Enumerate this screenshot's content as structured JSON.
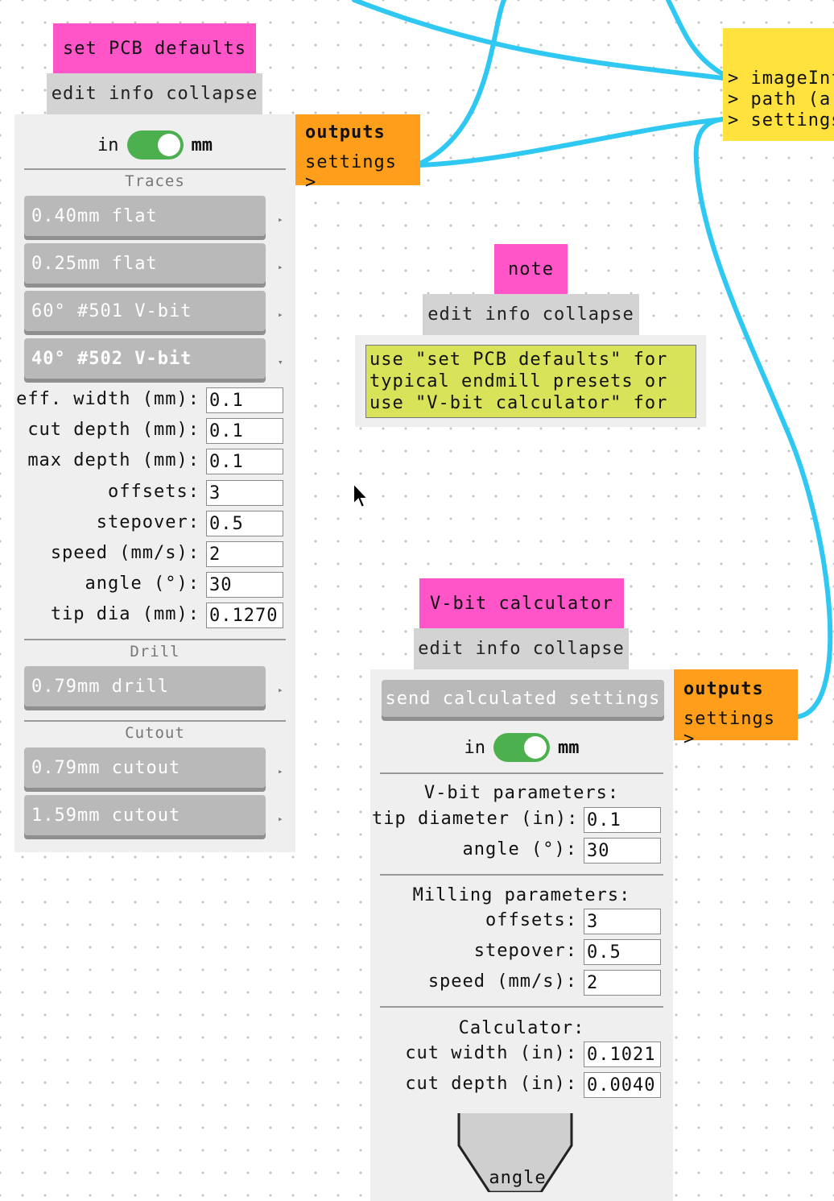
{
  "colors": {
    "wire": "#2ec8f2",
    "module_title": "#ff55c8",
    "outputs": "#ff9e1a",
    "inputs": "#ffe23d",
    "note_bg": "#d9e35a",
    "toggle_on": "#4cb04f"
  },
  "pcb_defaults": {
    "title": "set PCB defaults",
    "controls": "edit info collapse",
    "units": {
      "left": "in",
      "right": "mm",
      "state": "mm"
    },
    "traces": {
      "heading": "Traces",
      "presets": [
        "0.40mm flat",
        "0.25mm flat",
        "60° #501 V-bit",
        "40° #502 V-bit"
      ]
    },
    "fields": [
      {
        "label": "eff. width (mm):",
        "value": "0.1"
      },
      {
        "label": "cut depth (mm):",
        "value": "0.1"
      },
      {
        "label": "max depth (mm):",
        "value": "0.1"
      },
      {
        "label": "offsets:",
        "value": "3"
      },
      {
        "label": "stepover:",
        "value": "0.5"
      },
      {
        "label": "speed (mm/s):",
        "value": "2"
      },
      {
        "label": "angle (°):",
        "value": "30"
      },
      {
        "label": "tip dia (mm):",
        "value": "0.1270"
      }
    ],
    "drill": {
      "heading": "Drill",
      "presets": [
        "0.79mm drill"
      ]
    },
    "cutout": {
      "heading": "Cutout",
      "presets": [
        "0.79mm cutout",
        "1.59mm cutout"
      ]
    },
    "outputs": {
      "heading": "outputs",
      "items": [
        "settings >"
      ]
    }
  },
  "inputs_module": {
    "items": [
      "> imageInfo",
      "> path (array)",
      "> settings"
    ]
  },
  "note": {
    "title": "note",
    "controls": "edit info collapse",
    "text": "use \"set PCB defaults\" for\ntypical endmill presets or\nuse \"V-bit calculator\" for"
  },
  "vbit": {
    "title": "V-bit calculator",
    "controls": "edit info collapse",
    "send_label": "send calculated settings",
    "units": {
      "left": "in",
      "right": "mm",
      "state": "mm"
    },
    "vbit_params": {
      "heading": "V-bit parameters:",
      "fields": [
        {
          "label": "tip diameter (in):",
          "value": "0.1"
        },
        {
          "label": "angle (°):",
          "value": "30"
        }
      ]
    },
    "milling_params": {
      "heading": "Milling parameters:",
      "fields": [
        {
          "label": "offsets:",
          "value": "3"
        },
        {
          "label": "stepover:",
          "value": "0.5"
        },
        {
          "label": "speed (mm/s):",
          "value": "2"
        }
      ]
    },
    "calculator": {
      "heading": "Calculator:",
      "fields": [
        {
          "label": "cut width (in):",
          "value": "0.1021"
        },
        {
          "label": "cut depth (in):",
          "value": "0.0040"
        }
      ]
    },
    "diagram_label": "angle",
    "outputs": {
      "heading": "outputs",
      "items": [
        "settings >"
      ]
    }
  }
}
